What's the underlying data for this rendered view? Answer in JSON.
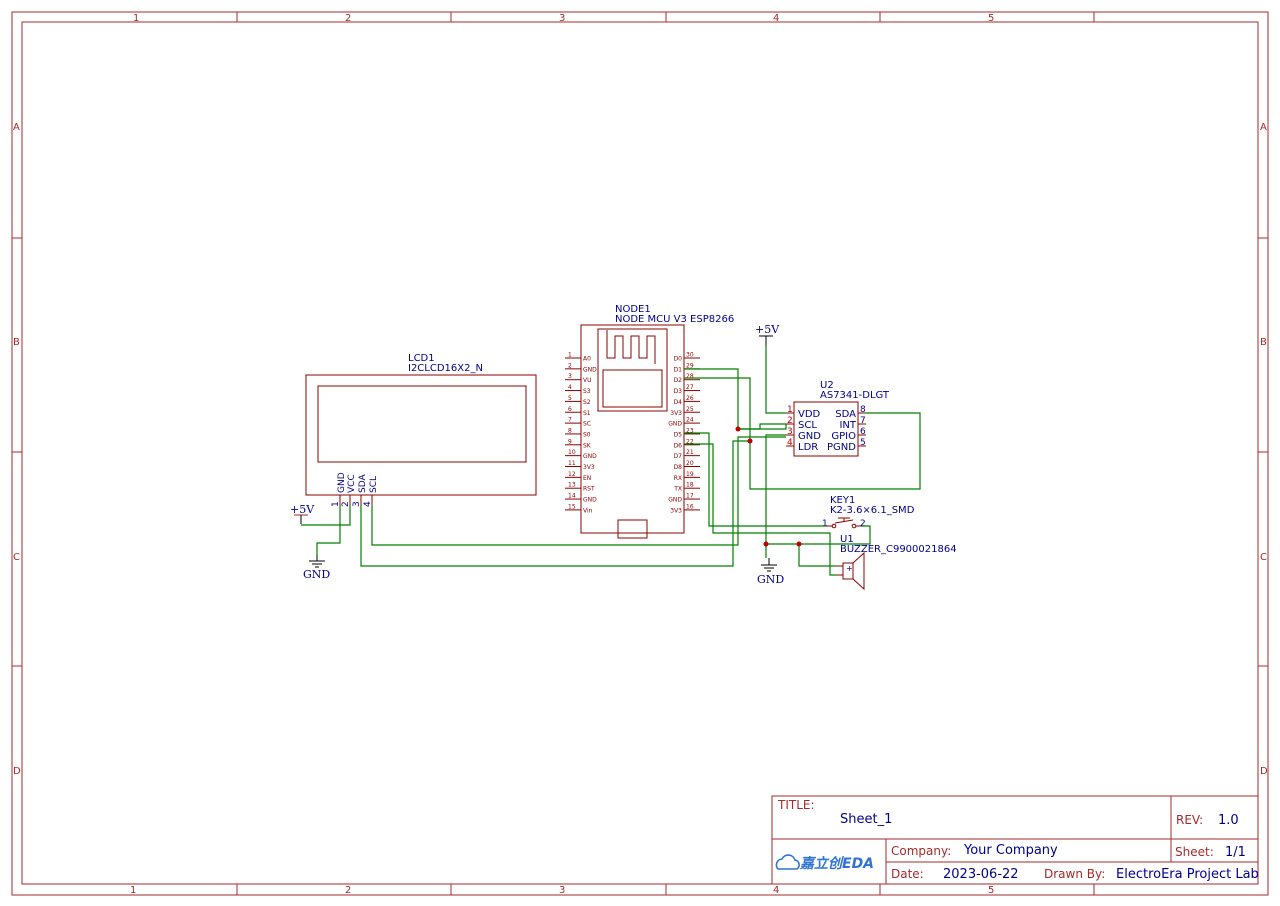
{
  "zones": {
    "columns": [
      "1",
      "2",
      "3",
      "4",
      "5"
    ],
    "rows": [
      "A",
      "B",
      "C",
      "D"
    ]
  },
  "parts": {
    "lcd": {
      "ref": "LCD1",
      "value": "I2CLCD16X2_N",
      "pin_names": [
        "GND",
        "VCC",
        "SDA",
        "SCL"
      ],
      "pin_numbers": [
        "1",
        "2",
        "3",
        "4"
      ]
    },
    "node": {
      "ref": "NODE1",
      "value": "NODE MCU V3 ESP8266",
      "left_pin_numbers": [
        "1",
        "2",
        "3",
        "4",
        "5",
        "6",
        "7",
        "8",
        "9",
        "10",
        "11",
        "12",
        "13",
        "14",
        "15"
      ],
      "left_pin_names": [
        "A0",
        "GND",
        "VU",
        "S3",
        "S2",
        "S1",
        "SC",
        "S0",
        "SK",
        "GND",
        "3V3",
        "EN",
        "RST",
        "GND",
        "Vin"
      ],
      "right_pin_numbers": [
        "30",
        "29",
        "28",
        "27",
        "26",
        "25",
        "24",
        "23",
        "22",
        "21",
        "20",
        "19",
        "18",
        "17",
        "16"
      ],
      "right_pin_names": [
        "D0",
        "D1",
        "D2",
        "D3",
        "D4",
        "3V3",
        "GND",
        "D5",
        "D6",
        "D7",
        "D8",
        "RX",
        "TX",
        "GND",
        "3V3"
      ]
    },
    "sensor": {
      "ref": "U2",
      "value": "AS7341-DLGT",
      "left_pin_numbers": [
        "1",
        "2",
        "3",
        "4"
      ],
      "left_pin_names": [
        "VDD",
        "SCL",
        "GND",
        "LDR"
      ],
      "right_pin_names": [
        "SDA",
        "INT",
        "GPIO",
        "PGND"
      ],
      "right_pin_numbers": [
        "8",
        "7",
        "6",
        "5"
      ]
    },
    "key": {
      "ref": "KEY1",
      "value": "K2-3.6×6.1_SMD",
      "pin_numbers": [
        "1",
        "2"
      ]
    },
    "buzzer": {
      "ref": "U1",
      "value": "BUZZER_C9900021864",
      "polarity": "+"
    }
  },
  "power": {
    "plus5v_1": "+5V",
    "plus5v_2": "+5V",
    "gnd_1": "GND",
    "gnd_2": "GND"
  },
  "title_block": {
    "title_label": "TITLE:",
    "title_value": "Sheet_1",
    "rev_label": "REV:",
    "rev_value": "1.0",
    "company_label": "Company:",
    "company_value": "Your Company",
    "sheet_label": "Sheet:",
    "sheet_value": "1/1",
    "date_label": "Date:",
    "date_value": "2023-06-22",
    "drawn_label": "Drawn By:",
    "drawn_value": "ElectroEra Project Lab",
    "logo_text": "嘉立创EDA"
  },
  "colors": {
    "frame": "#a52a2a",
    "wire": "#008000",
    "part": "#8b0000",
    "text": "#00008b"
  }
}
